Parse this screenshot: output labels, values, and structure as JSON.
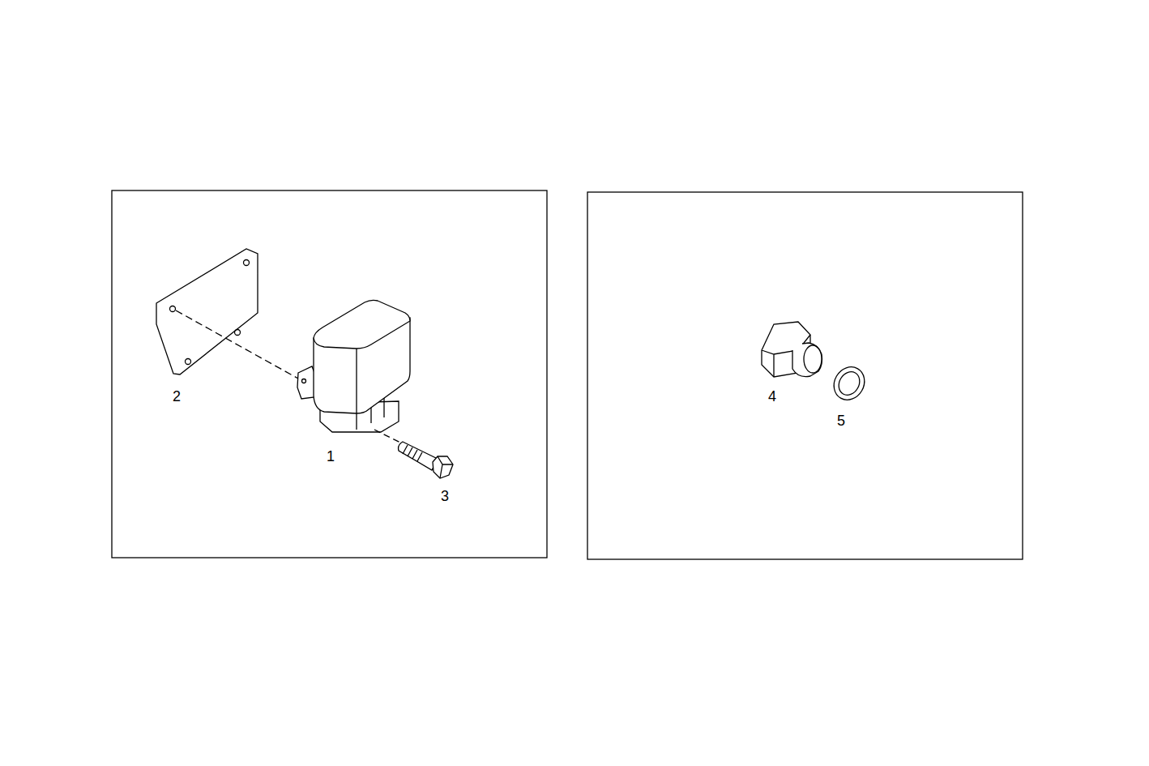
{
  "diagram": {
    "labels": [
      "2",
      "1",
      "3",
      "4",
      "5"
    ]
  }
}
